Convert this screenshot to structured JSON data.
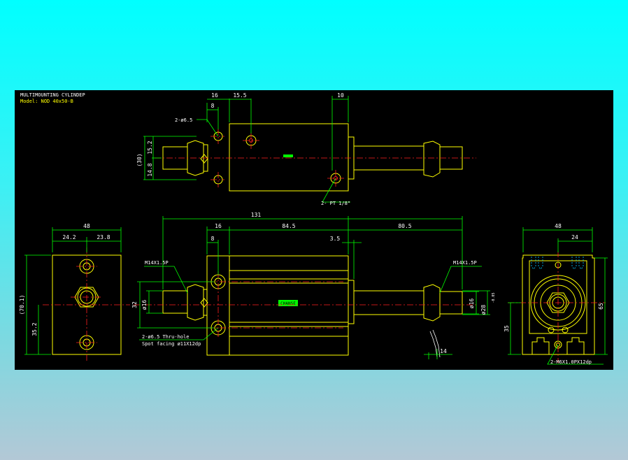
{
  "title": "MULTIMOUNTING CYLINDEP",
  "model": "Model: NOD 40x50-B",
  "colors": {
    "background_top": "#00ffff",
    "background_bottom": "#b3c8d6",
    "canvas": "#000000",
    "outline": "#ffff00",
    "dimension": "#00ff00",
    "centerline": "#ff2020",
    "text": "#ffffff"
  },
  "top_view": {
    "dims": [
      "16",
      "15.5",
      "10",
      "8",
      "(30)",
      "15.2",
      "14.8"
    ],
    "callouts": [
      "2-ø6.5",
      "2- PT 1/8\""
    ]
  },
  "left_view": {
    "dims": [
      "48",
      "24.2",
      "23.8",
      "(70.1)",
      "35.2"
    ]
  },
  "front_view": {
    "dims": [
      "131",
      "16",
      "84.5",
      "80.5",
      "8",
      "3.5",
      "32",
      "ø16",
      "ø16",
      "ø28",
      "14"
    ],
    "tolerance": "-0.05",
    "callouts": [
      "M14X1.5P",
      "M14X1.5P",
      "2-ø6.5 Thru-hole",
      "Spot facing ø11X12dp"
    ],
    "nameplate": "CHANSE"
  },
  "right_view": {
    "dims": [
      "48",
      "24",
      "65",
      "35"
    ],
    "callouts": [
      "2-M6X1.0PX12dp"
    ]
  }
}
